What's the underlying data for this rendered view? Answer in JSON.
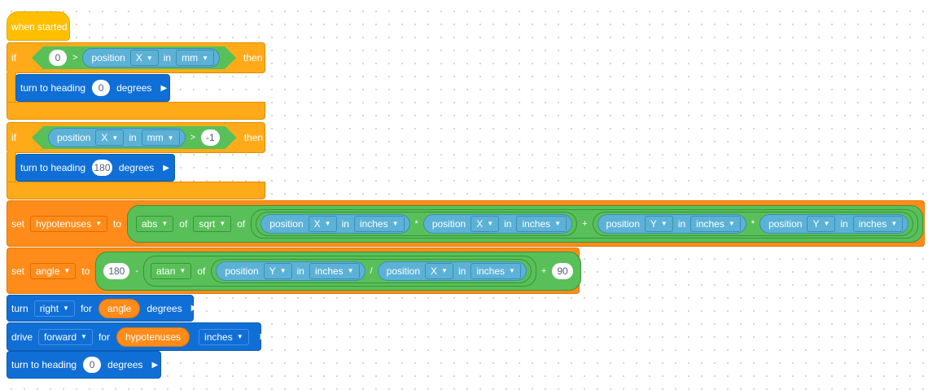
{
  "blocks": {
    "when_started": "when started",
    "if1": {
      "if": "if",
      "left_value": "0",
      "op": ">",
      "sensor": "position",
      "axis": "X",
      "in": "in",
      "unit": "mm",
      "then": "then"
    },
    "turn1": {
      "label": "turn to heading",
      "value": "0",
      "degrees": "degrees"
    },
    "if2": {
      "if": "if",
      "sensor": "position",
      "axis": "X",
      "in": "in",
      "unit": "mm",
      "op": ">",
      "right_value": "-1",
      "then": "then"
    },
    "turn2": {
      "label": "turn to heading",
      "value": "180",
      "degrees": "degrees"
    },
    "set1": {
      "set": "set",
      "variable": "hypotenuses",
      "to": "to",
      "abs": "abs",
      "of": "of",
      "sqrt": "sqrt",
      "of2": "of",
      "terms": [
        {
          "sensor": "position",
          "axis": "X",
          "in": "in",
          "unit": "inches"
        },
        {
          "sensor": "position",
          "axis": "X",
          "in": "in",
          "unit": "inches"
        },
        {
          "sensor": "position",
          "axis": "Y",
          "in": "in",
          "unit": "inches"
        },
        {
          "sensor": "position",
          "axis": "Y",
          "in": "in",
          "unit": "inches"
        }
      ],
      "mul": "*",
      "plus": "+"
    },
    "set2": {
      "set": "set",
      "variable": "angle",
      "to": "to",
      "value": "180",
      "minus": "-",
      "atan": "atan",
      "of": "of",
      "terms": [
        {
          "sensor": "position",
          "axis": "Y",
          "in": "in",
          "unit": "inches"
        },
        {
          "sensor": "position",
          "axis": "X",
          "in": "in",
          "unit": "inches"
        }
      ],
      "div": "/",
      "plus": "+",
      "add": "90"
    },
    "turn3": {
      "turn": "turn",
      "dir": "right",
      "for": "for",
      "var": "angle",
      "degrees": "degrees"
    },
    "drive": {
      "drive": "drive",
      "dir": "forward",
      "for": "for",
      "var": "hypotenuses",
      "unit": "inches"
    },
    "turn4": {
      "label": "turn to heading",
      "value": "0",
      "degrees": "degrees"
    }
  }
}
